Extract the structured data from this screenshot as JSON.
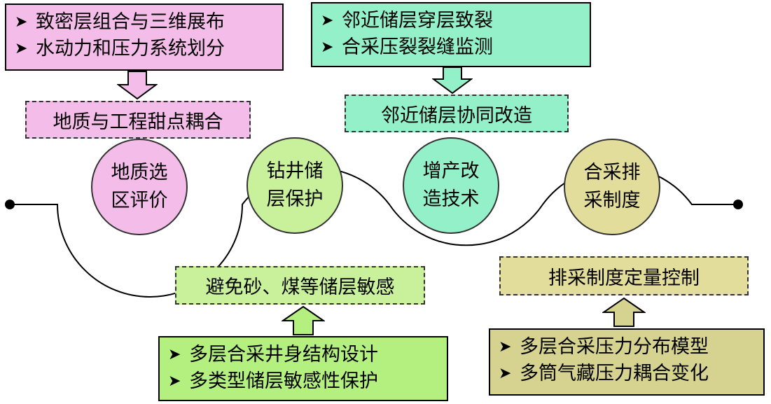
{
  "colors": {
    "pink": "#f4bce8",
    "cyan": "#94f0c8",
    "green": "#c9f19c",
    "khaki": "#e3dd9c",
    "green_box": "#b3f080",
    "khaki_box": "#d6d391"
  },
  "top_left": {
    "bullets": [
      "致密层组合与三维展布",
      "水动力和压力系统划分"
    ],
    "result": "地质与工程甜点耦合"
  },
  "top_right": {
    "bullets": [
      "邻近储层穿层致裂",
      "合采压裂裂缝监测"
    ],
    "result": "邻近储层协同改造"
  },
  "bottom_left": {
    "result": "避免砂、煤等储层敏感",
    "bullets": [
      "多层合采井身结构设计",
      "多类型储层敏感性保护"
    ]
  },
  "bottom_right": {
    "result": "排采制度定量控制",
    "bullets": [
      "多层合采压力分布模型",
      "多筒气藏压力耦合变化"
    ]
  },
  "stages": [
    {
      "line1": "地质选",
      "line2": "区评价"
    },
    {
      "line1": "钻井储",
      "line2": "层保护"
    },
    {
      "line1": "增产改",
      "line2": "造技术"
    },
    {
      "line1": "合采排",
      "line2": "采制度"
    }
  ]
}
